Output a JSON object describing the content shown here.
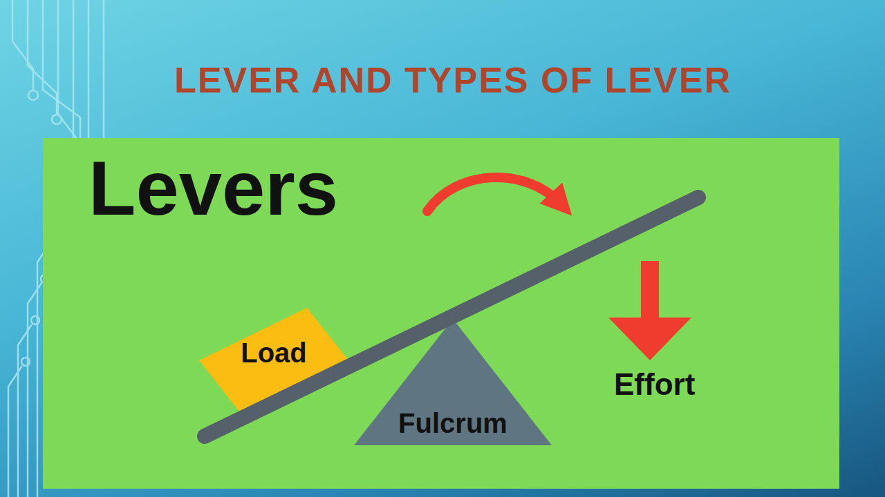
{
  "diagram": {
    "title": "LEVER AND TYPES OF LEVER",
    "nodes": [
      {
        "text": [
          "Load"
        ]
      },
      {
        "text": [
          "Fulcrum"
        ]
      }
    ],
    "labels": [
      "Levers",
      "Effort"
    ]
  }
}
